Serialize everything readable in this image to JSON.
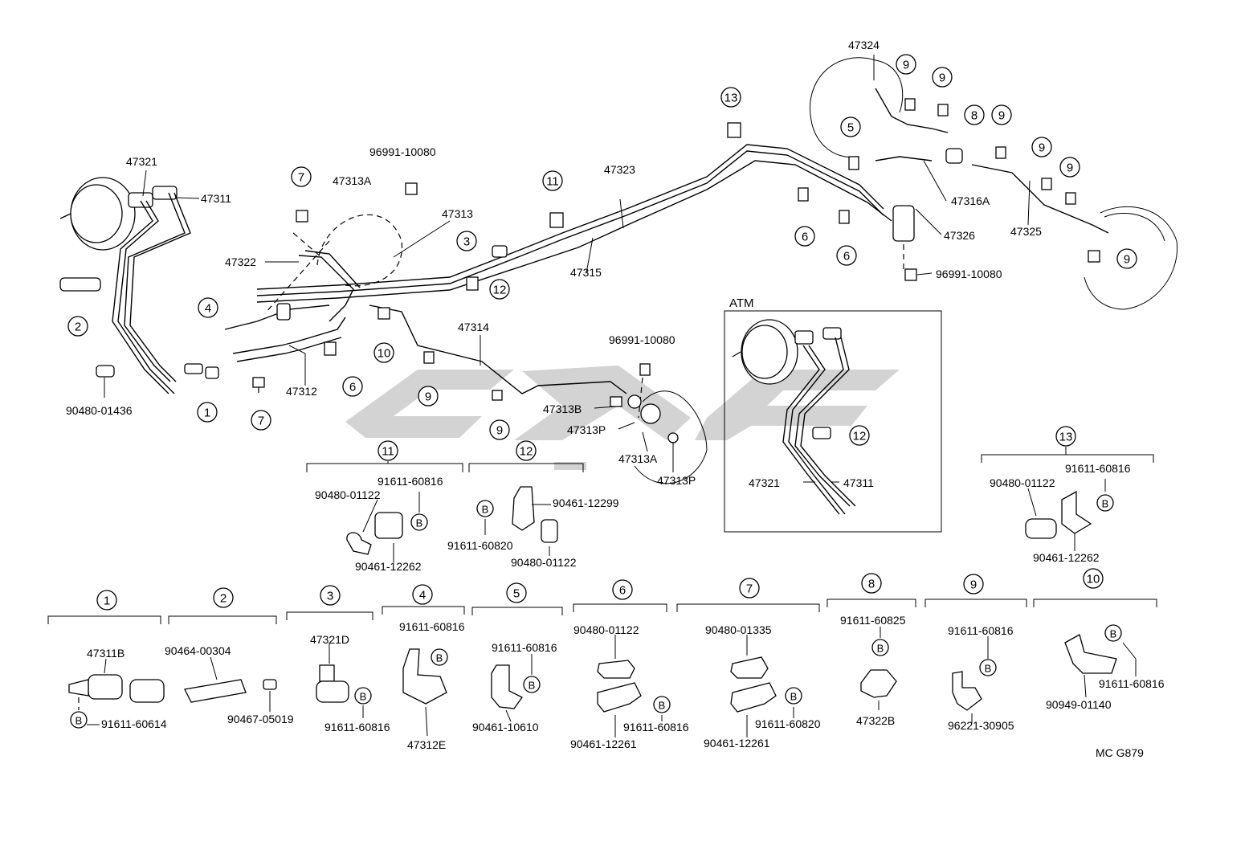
{
  "diagram": {
    "catalog_code": "MC G879",
    "atm_label": "ATM",
    "part_labels": {
      "p47321_top": "47321",
      "p47311_top": "47311",
      "p47322": "47322",
      "p47313A_top": "47313A",
      "p96991_top": "96991-10080",
      "p47313": "47313",
      "p47323": "47323",
      "p47315": "47315",
      "p47324": "47324",
      "p47316A": "47316A",
      "p47326": "47326",
      "p47325": "47325",
      "p96991_right": "96991-10080",
      "p47314": "47314",
      "p96991_mid": "96991-10080",
      "p47313B": "47313B",
      "p47313P_1": "47313P",
      "p47313A_mid": "47313A",
      "p47313P_2": "47313P",
      "p47312": "47312",
      "p90480_01436": "90480-01436",
      "atm_47321": "47321",
      "atm_47311": "47311"
    },
    "callouts": {
      "c7a": "7",
      "c4": "4",
      "c2": "2",
      "c1": "1",
      "c7b": "7",
      "c6a": "6",
      "c10": "10",
      "c3": "3",
      "c12a": "12",
      "c11a": "11",
      "c9a": "9",
      "c9b": "9",
      "c13a": "13",
      "c5": "5",
      "c6b": "6",
      "c6c": "6",
      "c8": "8",
      "c9c": "9",
      "c9d": "9",
      "c9e": "9",
      "c9f": "9",
      "c9g": "9",
      "c9h": "9",
      "c12atm": "12"
    },
    "kit_11": {
      "number": "11",
      "parts": [
        "90480-01122",
        "91611-60816",
        "90461-12262"
      ],
      "bolt": "B"
    },
    "kit_12": {
      "number": "12",
      "parts": [
        "90461-12299",
        "91611-60820",
        "90480-01122"
      ],
      "bolt": "B"
    },
    "kit_13": {
      "number": "13",
      "parts": [
        "91611-60816",
        "90480-01122",
        "90461-12262"
      ],
      "bolt": "B"
    },
    "kits_bottom": [
      {
        "number": "1",
        "parts": [
          "47311B",
          "91611-60614"
        ],
        "bolt": "B"
      },
      {
        "number": "2",
        "parts": [
          "90464-00304",
          "90467-05019"
        ]
      },
      {
        "number": "3",
        "parts": [
          "47321D",
          "91611-60816"
        ],
        "bolt": "B"
      },
      {
        "number": "4",
        "parts": [
          "91611-60816",
          "47312E"
        ],
        "bolt": "B"
      },
      {
        "number": "5",
        "parts": [
          "91611-60816",
          "90461-10610"
        ],
        "bolt": "B"
      },
      {
        "number": "6",
        "parts": [
          "90480-01122",
          "91611-60816",
          "90461-12261"
        ],
        "bolt": "B"
      },
      {
        "number": "7",
        "parts": [
          "90480-01335",
          "91611-60820",
          "90461-12261"
        ],
        "bolt": "B"
      },
      {
        "number": "8",
        "parts": [
          "91611-60825",
          "47322B"
        ],
        "bolt": "B"
      },
      {
        "number": "9",
        "parts": [
          "91611-60816",
          "96221-30905"
        ],
        "bolt": "B"
      },
      {
        "number": "10",
        "parts": [
          "91611-60816",
          "90949-01140"
        ],
        "bolt": "B"
      }
    ]
  }
}
